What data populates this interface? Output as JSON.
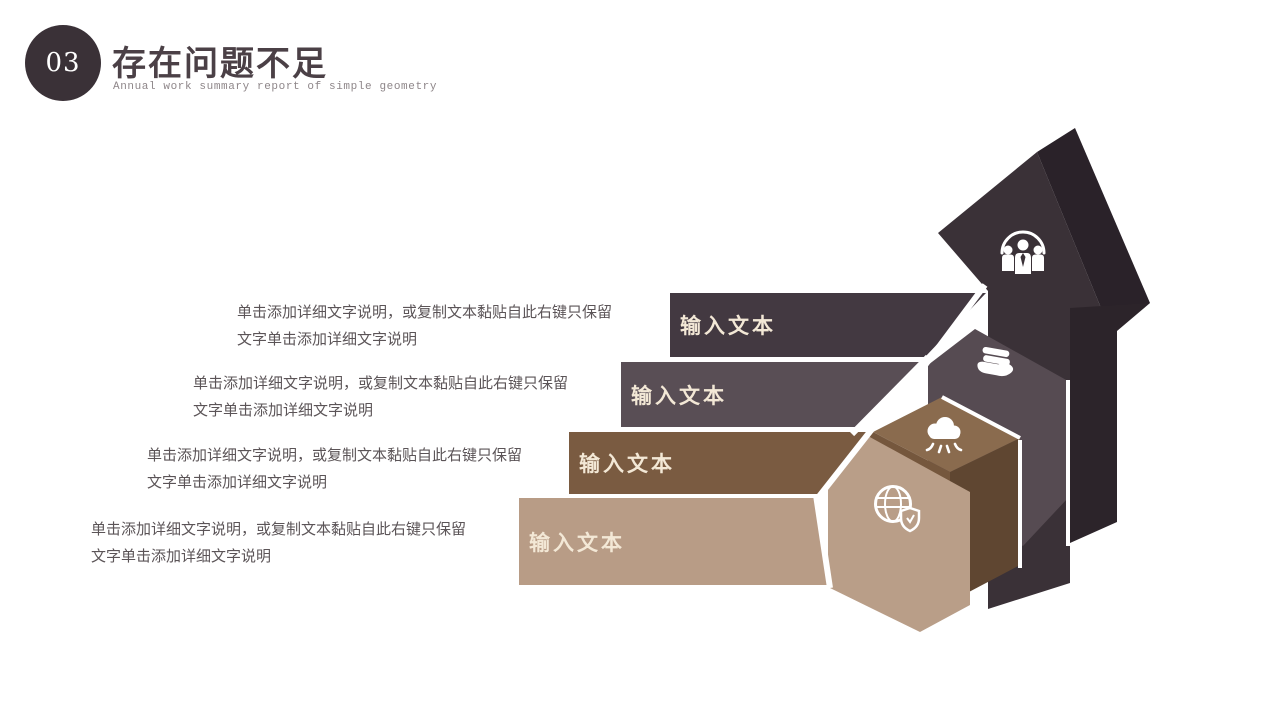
{
  "header": {
    "number": "03",
    "title": "存在问题不足",
    "subtitle": "Annual work summary report of simple geometry"
  },
  "steps": [
    {
      "label": "输入文本",
      "desc_line1": "单击添加详细文字说明，或复制文本黏贴自此右键只保留",
      "desc_line2": "文字单击添加详细文字说明",
      "icon": "team-icon",
      "bar_color": "#433941"
    },
    {
      "label": "输入文本",
      "desc_line1": "单击添加详细文字说明，或复制文本黏贴自此右键只保留",
      "desc_line2": "文字单击添加详细文字说明",
      "icon": "hand-holding-layers-icon",
      "bar_color": "#594E55"
    },
    {
      "label": "输入文本",
      "desc_line1": "单击添加详细文字说明，或复制文本黏贴自此右键只保留",
      "desc_line2": "文字单击添加详细文字说明",
      "icon": "cloud-service-icon",
      "bar_color": "#7A5B41"
    },
    {
      "label": "输入文本",
      "desc_line1": "单击添加详细文字说明，或复制文本黏贴自此右键只保留",
      "desc_line2": "文字单击添加详细文字说明",
      "icon": "globe-shield-icon",
      "bar_color": "#B89C86"
    }
  ],
  "diagram": {
    "shape": "3d-step-arrow",
    "steps_count": 4,
    "arrow_front_color": "#3A3137",
    "arrow_side_color": "#2C242A",
    "block_top_color": "#8A6B4E",
    "block_tan_color": "#B99E88"
  },
  "colors": {
    "accent_dark": "#3A3137",
    "title_text": "#4B4046",
    "subtitle_text": "#8E8689",
    "body_text": "#5B5457",
    "label_cream": "#F3E8D6"
  }
}
